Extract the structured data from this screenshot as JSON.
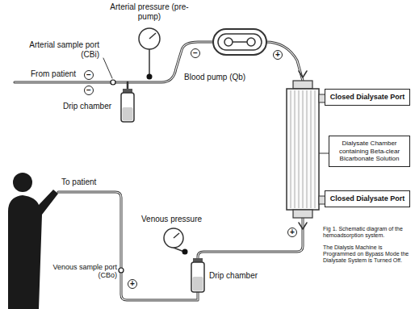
{
  "diagram": {
    "caption": "Fig 1. Schematic diagram of the hemoadsorption system.",
    "nodes": [
      {
        "text": [
          "Closed Dialysate Port"
        ]
      },
      {
        "text": [
          "Dialysate Chamber containing Beta-clear Bicarbonate Solution"
        ]
      },
      {
        "text": [
          "Closed Dialysate Port"
        ]
      }
    ],
    "labels": [
      "Arterial pressure (pre-pump)",
      "Arterial sample port (CBi)",
      "From patient",
      "−",
      "−",
      "Drip chamber",
      "Blood pump (Qb)",
      "−",
      "+",
      "+",
      "To patient",
      "Venous pressure",
      "+",
      "Venous sample port (CBo)",
      "Drip chamber",
      "The Dialysis Machine is Programmed on Bypass Mode the Dialysate System is Turned Off."
    ]
  }
}
